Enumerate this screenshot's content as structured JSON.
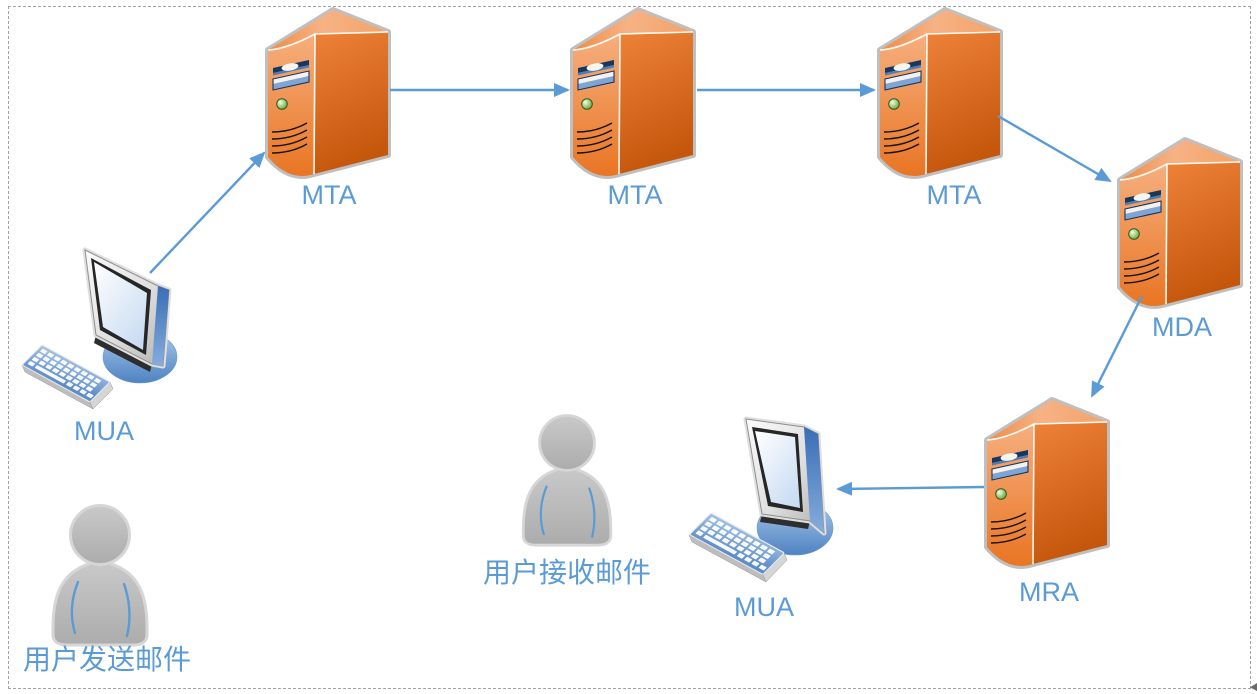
{
  "diagram": {
    "type": "flow-diagram",
    "colors": {
      "label_blue": "#5B9BD5",
      "arrow_blue": "#5B9BD5",
      "server_orange": "#ED7D31",
      "person_gray": "#BFBFBF",
      "computer_blue": "#6C9BD2",
      "border_gray": "#A3A3A3"
    },
    "nodes": [
      {
        "id": "mua-sender",
        "kind": "workstation",
        "label": "MUA"
      },
      {
        "id": "user-sender",
        "kind": "person",
        "label": "用户发送邮件"
      },
      {
        "id": "mta-1",
        "kind": "server",
        "label": "MTA"
      },
      {
        "id": "mta-2",
        "kind": "server",
        "label": "MTA"
      },
      {
        "id": "mta-3",
        "kind": "server",
        "label": "MTA"
      },
      {
        "id": "mda",
        "kind": "server",
        "label": "MDA"
      },
      {
        "id": "mra",
        "kind": "server",
        "label": "MRA"
      },
      {
        "id": "mua-receiver",
        "kind": "workstation",
        "label": "MUA"
      },
      {
        "id": "user-receiver",
        "kind": "person",
        "label": "用户接收邮件"
      }
    ],
    "edges": [
      {
        "from": "mua-sender",
        "to": "mta-1"
      },
      {
        "from": "mta-1",
        "to": "mta-2"
      },
      {
        "from": "mta-2",
        "to": "mta-3"
      },
      {
        "from": "mta-3",
        "to": "mda"
      },
      {
        "from": "mda",
        "to": "mra"
      },
      {
        "from": "mra",
        "to": "mua-receiver"
      }
    ]
  }
}
